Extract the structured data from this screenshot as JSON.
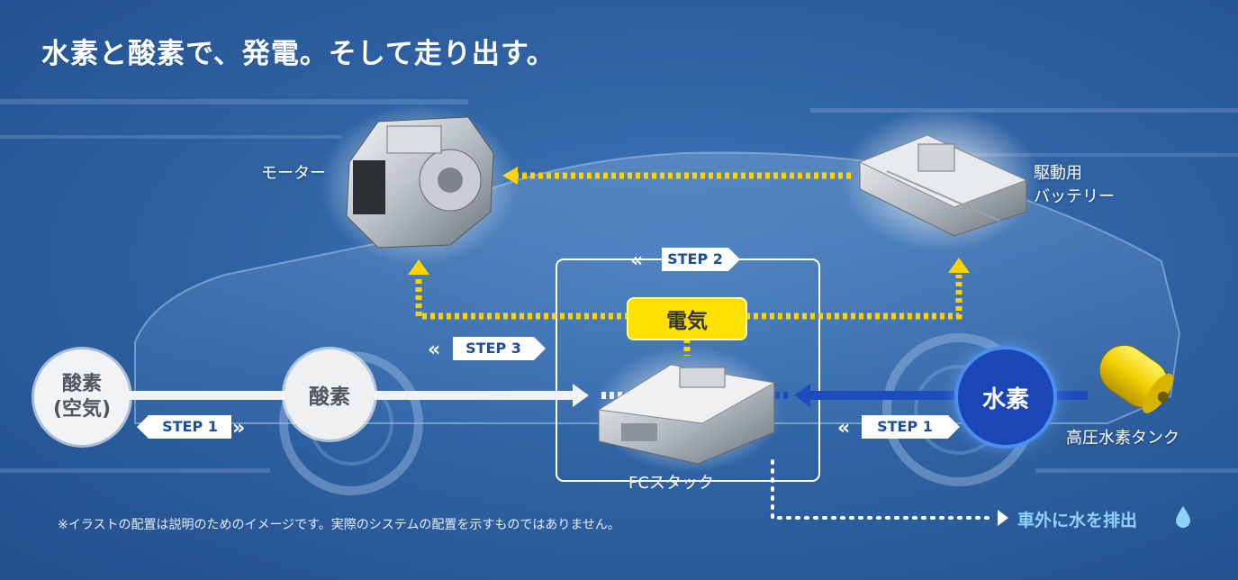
{
  "title": "水素と酸素で、発電。そして走り出す。",
  "components": {
    "motor": "モーター",
    "battery_line1": "駆動用",
    "battery_line2": "バッテリー",
    "fc_stack": "FCスタック",
    "hydrogen_tank": "高圧水素タンク"
  },
  "flow_nodes": {
    "air_line1": "酸素",
    "air_line2": "(空気)",
    "oxygen": "酸素",
    "hydrogen": "水素",
    "electricity": "電気"
  },
  "steps": {
    "step1_left": "STEP 1",
    "step1_right": "STEP 1",
    "step2": "STEP 2",
    "step3": "STEP 3"
  },
  "water_output": "車外に水を排出",
  "footnote": "※イラストの配置は説明のためのイメージです。実際のシステムの配置を示すものではありません。",
  "colors": {
    "background": "#2f63a4",
    "electricity_flow": "#ffd200",
    "oxygen_flow": "#f2f2f2",
    "hydrogen_flow": "#1c4cc0",
    "water_text": "#8fd3ff"
  },
  "icons": [
    "motor-image",
    "battery-image",
    "fc-stack-image",
    "hydrogen-tank-image",
    "water-drop-icon",
    "car-silhouette"
  ]
}
